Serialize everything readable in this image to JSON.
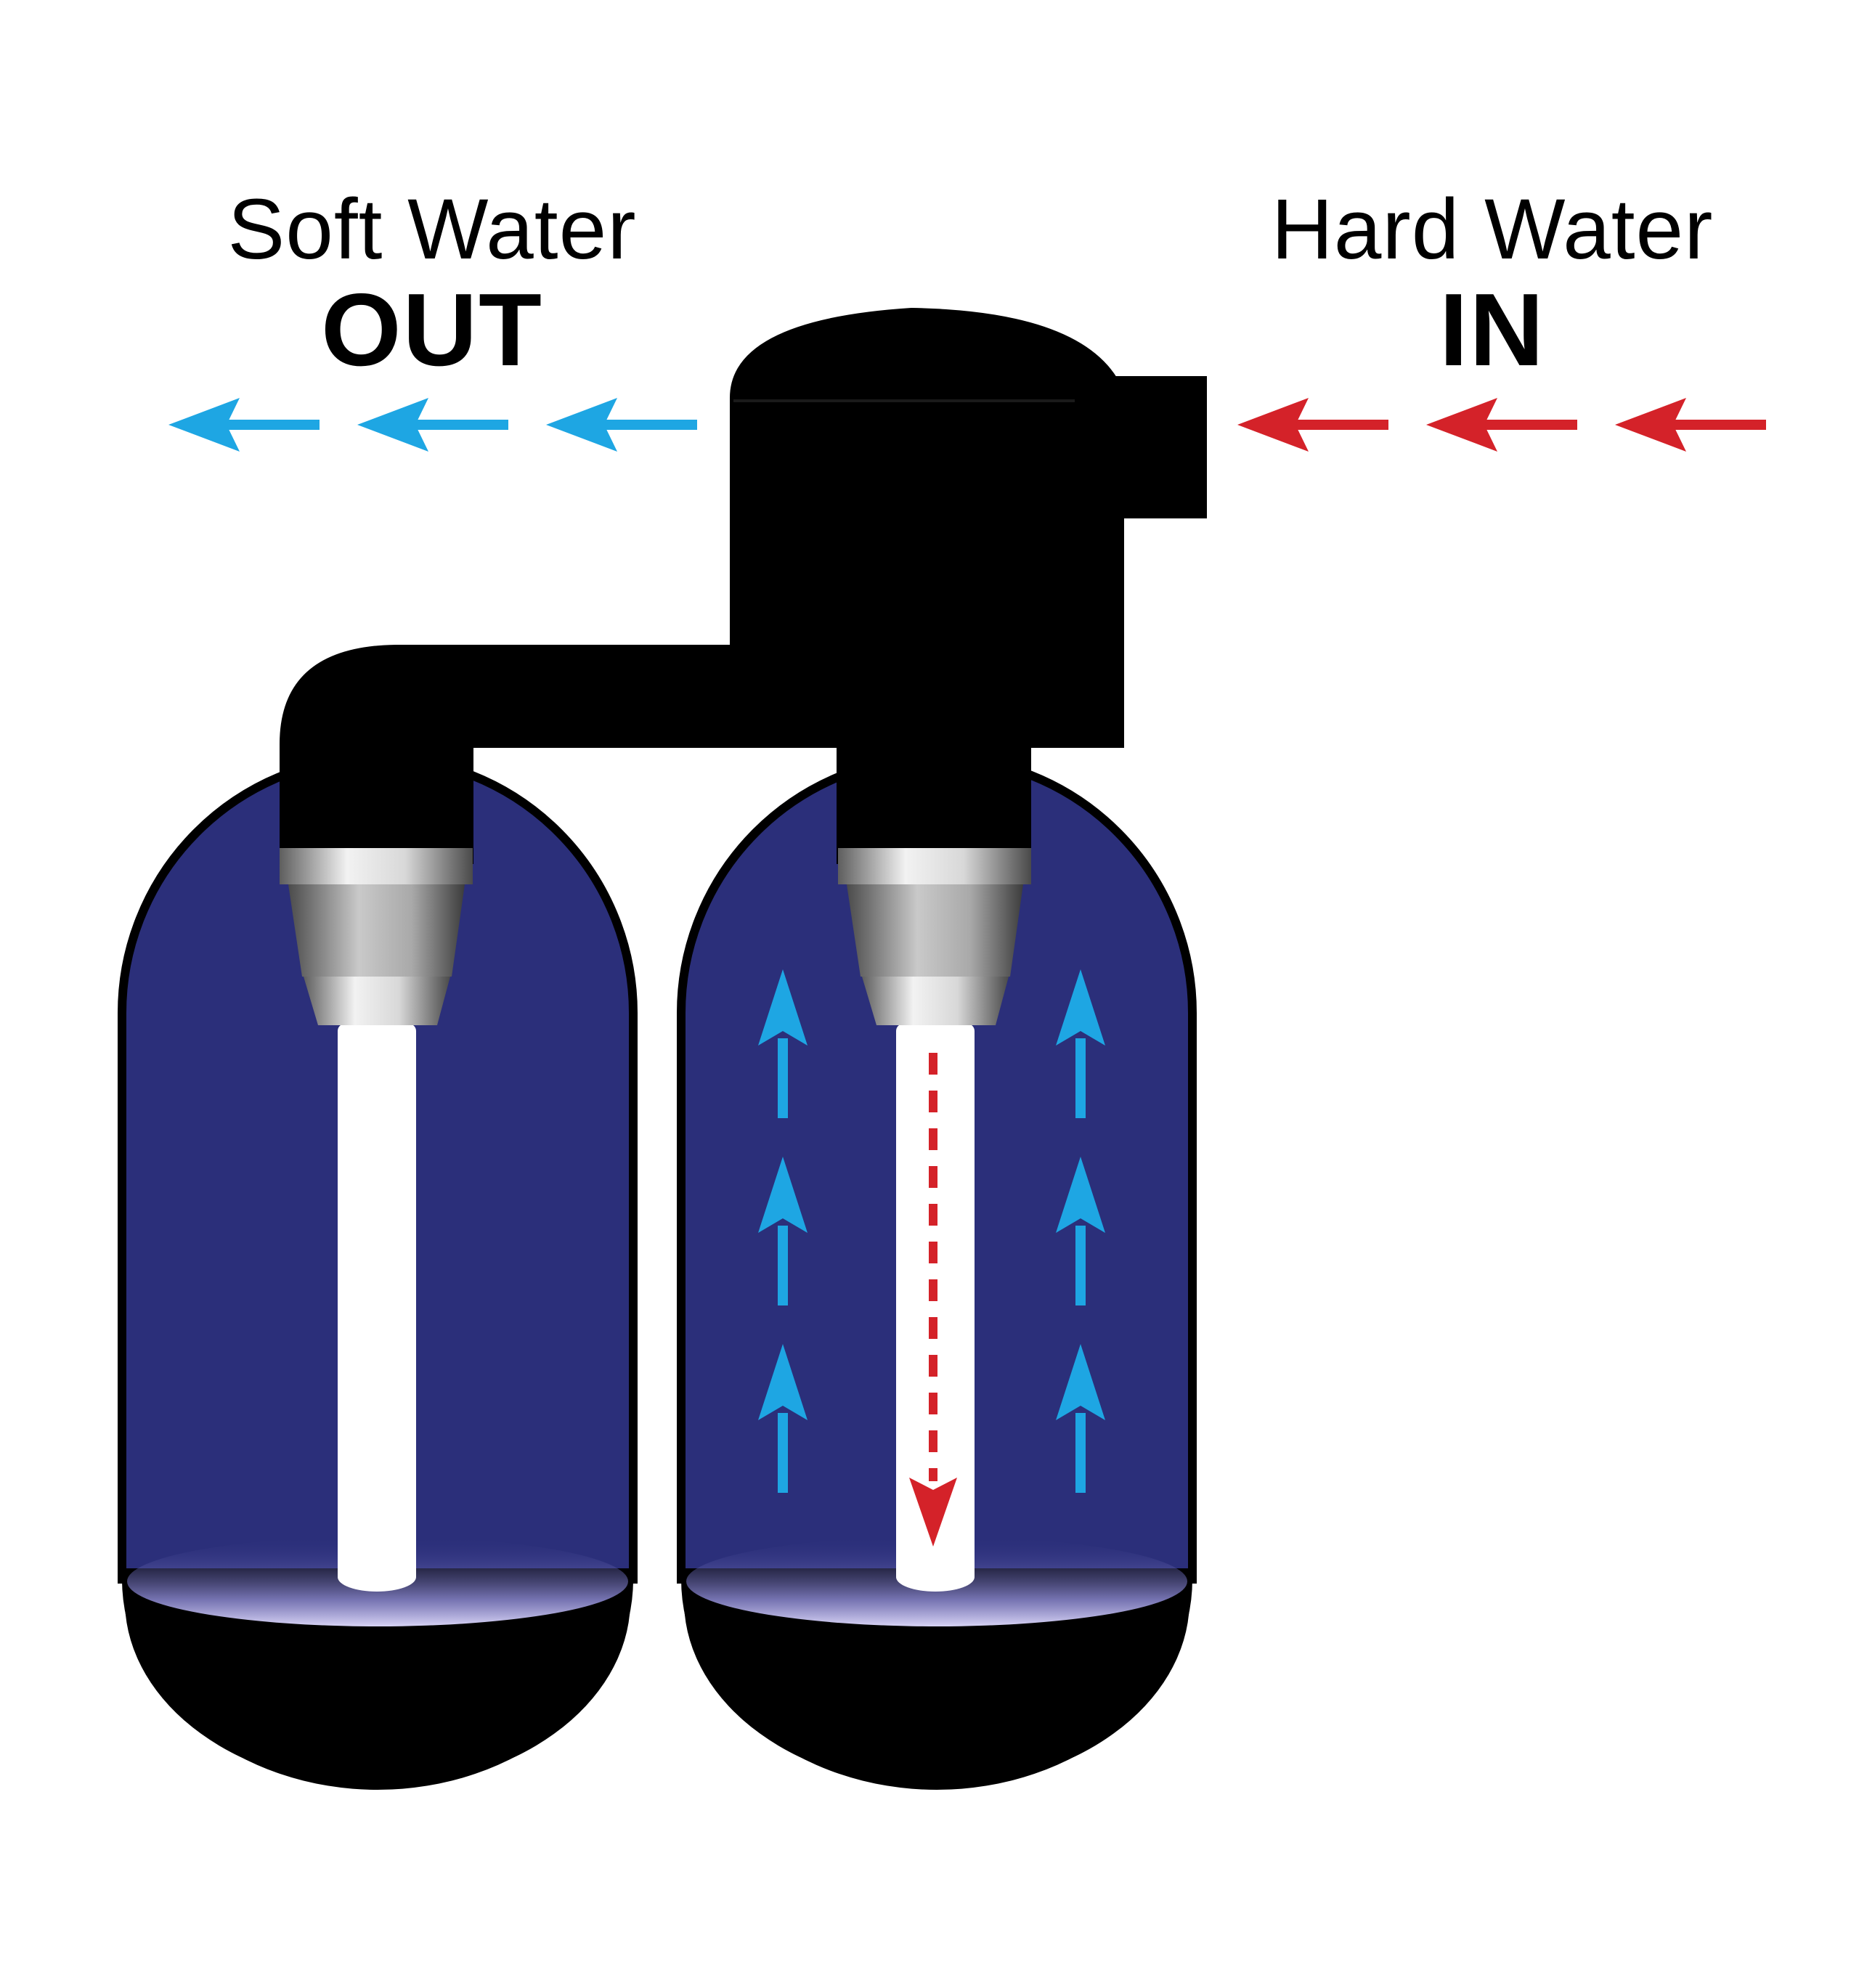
{
  "labels": {
    "outlet": {
      "line1": "Soft Water",
      "line2": "OUT"
    },
    "inlet": {
      "line1": "Hard Water",
      "line2": "IN"
    }
  },
  "colors": {
    "background": "#ffffff",
    "tank_body": "#2b2f7a",
    "tank_base": "#000000",
    "control_head": "#000000",
    "riser_tube": "#ffffff",
    "soft_water_flow": "#1ea6e3",
    "hard_water_flow": "#d42229",
    "label_text": "#000000"
  },
  "icons": {
    "soft_flow": "arrow-left-icon",
    "hard_flow": "arrow-left-icon",
    "upflow": "arrow-up-icon",
    "downflow": "dashed-arrow-down-icon"
  }
}
